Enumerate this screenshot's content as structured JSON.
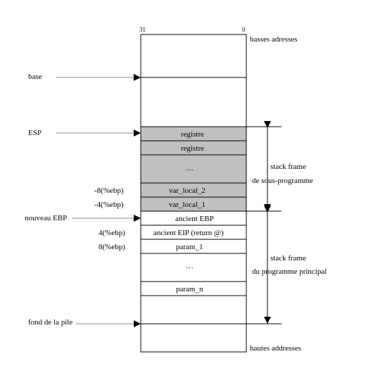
{
  "bit_labels": {
    "high": "31",
    "low": "0"
  },
  "ends": {
    "top": "basses adresses",
    "bottom": "hautes addresses"
  },
  "pointers": {
    "base": "base",
    "esp": "ESP",
    "new_ebp": "nouveau EBP",
    "stack_bottom": "fond de la pile"
  },
  "cells": {
    "registre_1": "registre",
    "registre_2": "registre",
    "dots_sub": "…",
    "var_local_2": "var_local_2",
    "var_local_1": "var_local_1",
    "ancient_ebp": "ancient EBP",
    "ancient_eip": "ancient EIP (return @)",
    "param_1": "param_1",
    "dots_main": "…",
    "param_n": "param_n"
  },
  "offsets": {
    "var_local_2": "-8(%ebp)",
    "var_local_1": "-4(%ebp)",
    "ancient_eip": "4(%ebp)",
    "param_1": "8(%ebp)"
  },
  "frames": {
    "sub": {
      "line1": "stack frame",
      "line2": "de sous-programme"
    },
    "main": {
      "line1": "stack frame",
      "line2": "du programme principal"
    }
  },
  "colors": {
    "shaded": "#c0c0c0",
    "border": "#000000",
    "pointer_line": "#888888"
  }
}
